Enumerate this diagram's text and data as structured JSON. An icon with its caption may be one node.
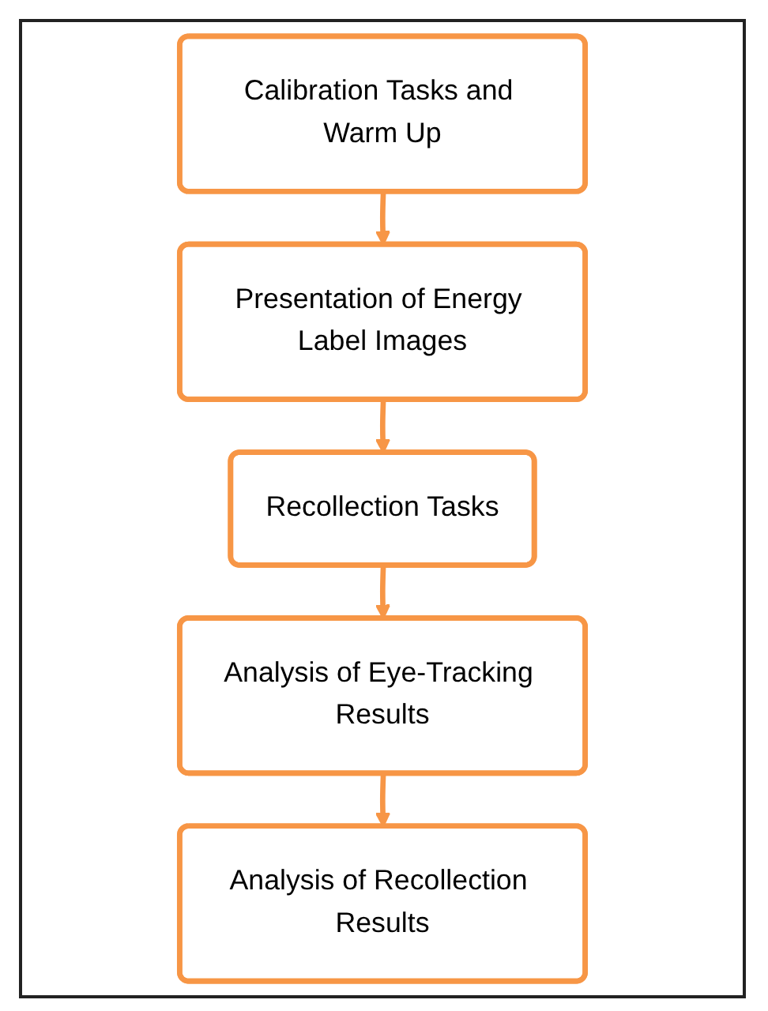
{
  "diagram": {
    "nodes": [
      {
        "text": [
          "Calibration Tasks and Warm Up"
        ]
      },
      {
        "text": [
          "Presentation of Energy Label Images"
        ]
      },
      {
        "text": [
          "Recollection Tasks"
        ]
      },
      {
        "text": [
          "Analysis of Eye-Tracking Results"
        ]
      },
      {
        "text": [
          "Analysis of Recollection Results"
        ]
      }
    ],
    "edges": [
      {
        "from": 0,
        "to": 1,
        "arrow": "to"
      },
      {
        "from": 1,
        "to": 2,
        "arrow": "to"
      },
      {
        "from": 2,
        "to": 3,
        "arrow": "to"
      },
      {
        "from": 3,
        "to": 4,
        "arrow": "to"
      }
    ]
  }
}
